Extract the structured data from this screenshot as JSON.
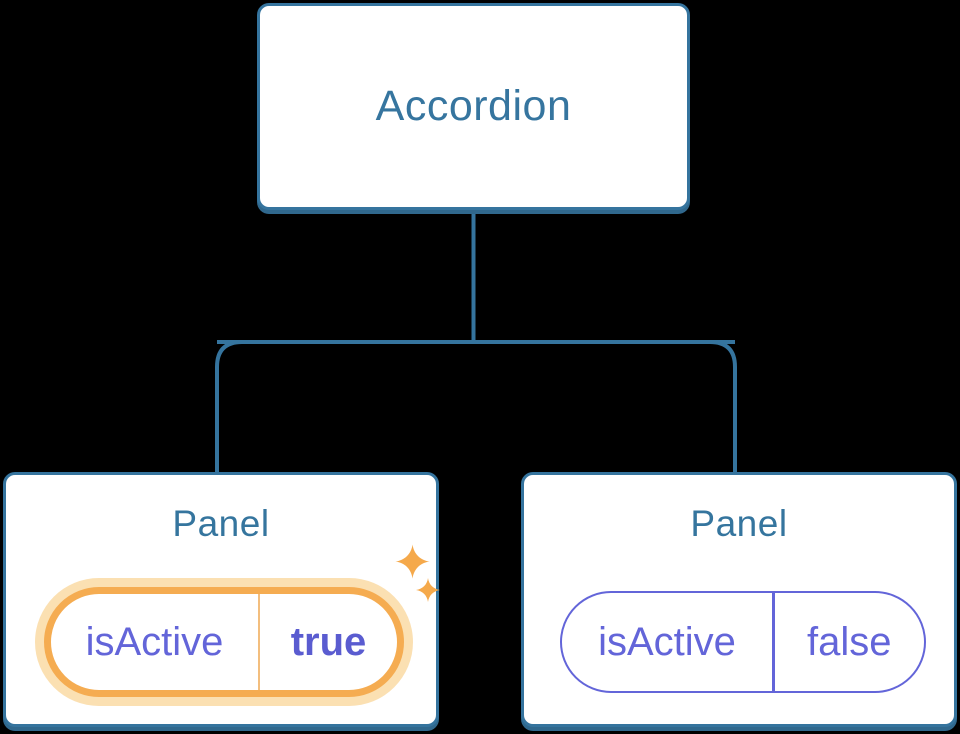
{
  "diagram": {
    "root": {
      "label": "Accordion"
    },
    "panels": [
      {
        "title": "Panel",
        "prop_name": "isActive",
        "prop_value": "true",
        "highlighted": true,
        "badge_icon": "sparkle-icon"
      },
      {
        "title": "Panel",
        "prop_name": "isActive",
        "prop_value": "false",
        "highlighted": false
      }
    ],
    "colors": {
      "background": "#000000",
      "node_fill": "#FFFFFF",
      "node_border_blue": "#35749E",
      "heading_blue": "#35759E",
      "prop_purple": "#6365D9",
      "highlight_orange": "#F5AC51",
      "highlight_glow": "#FBE0B2",
      "sparkle_orange": "#F5A94B"
    }
  }
}
